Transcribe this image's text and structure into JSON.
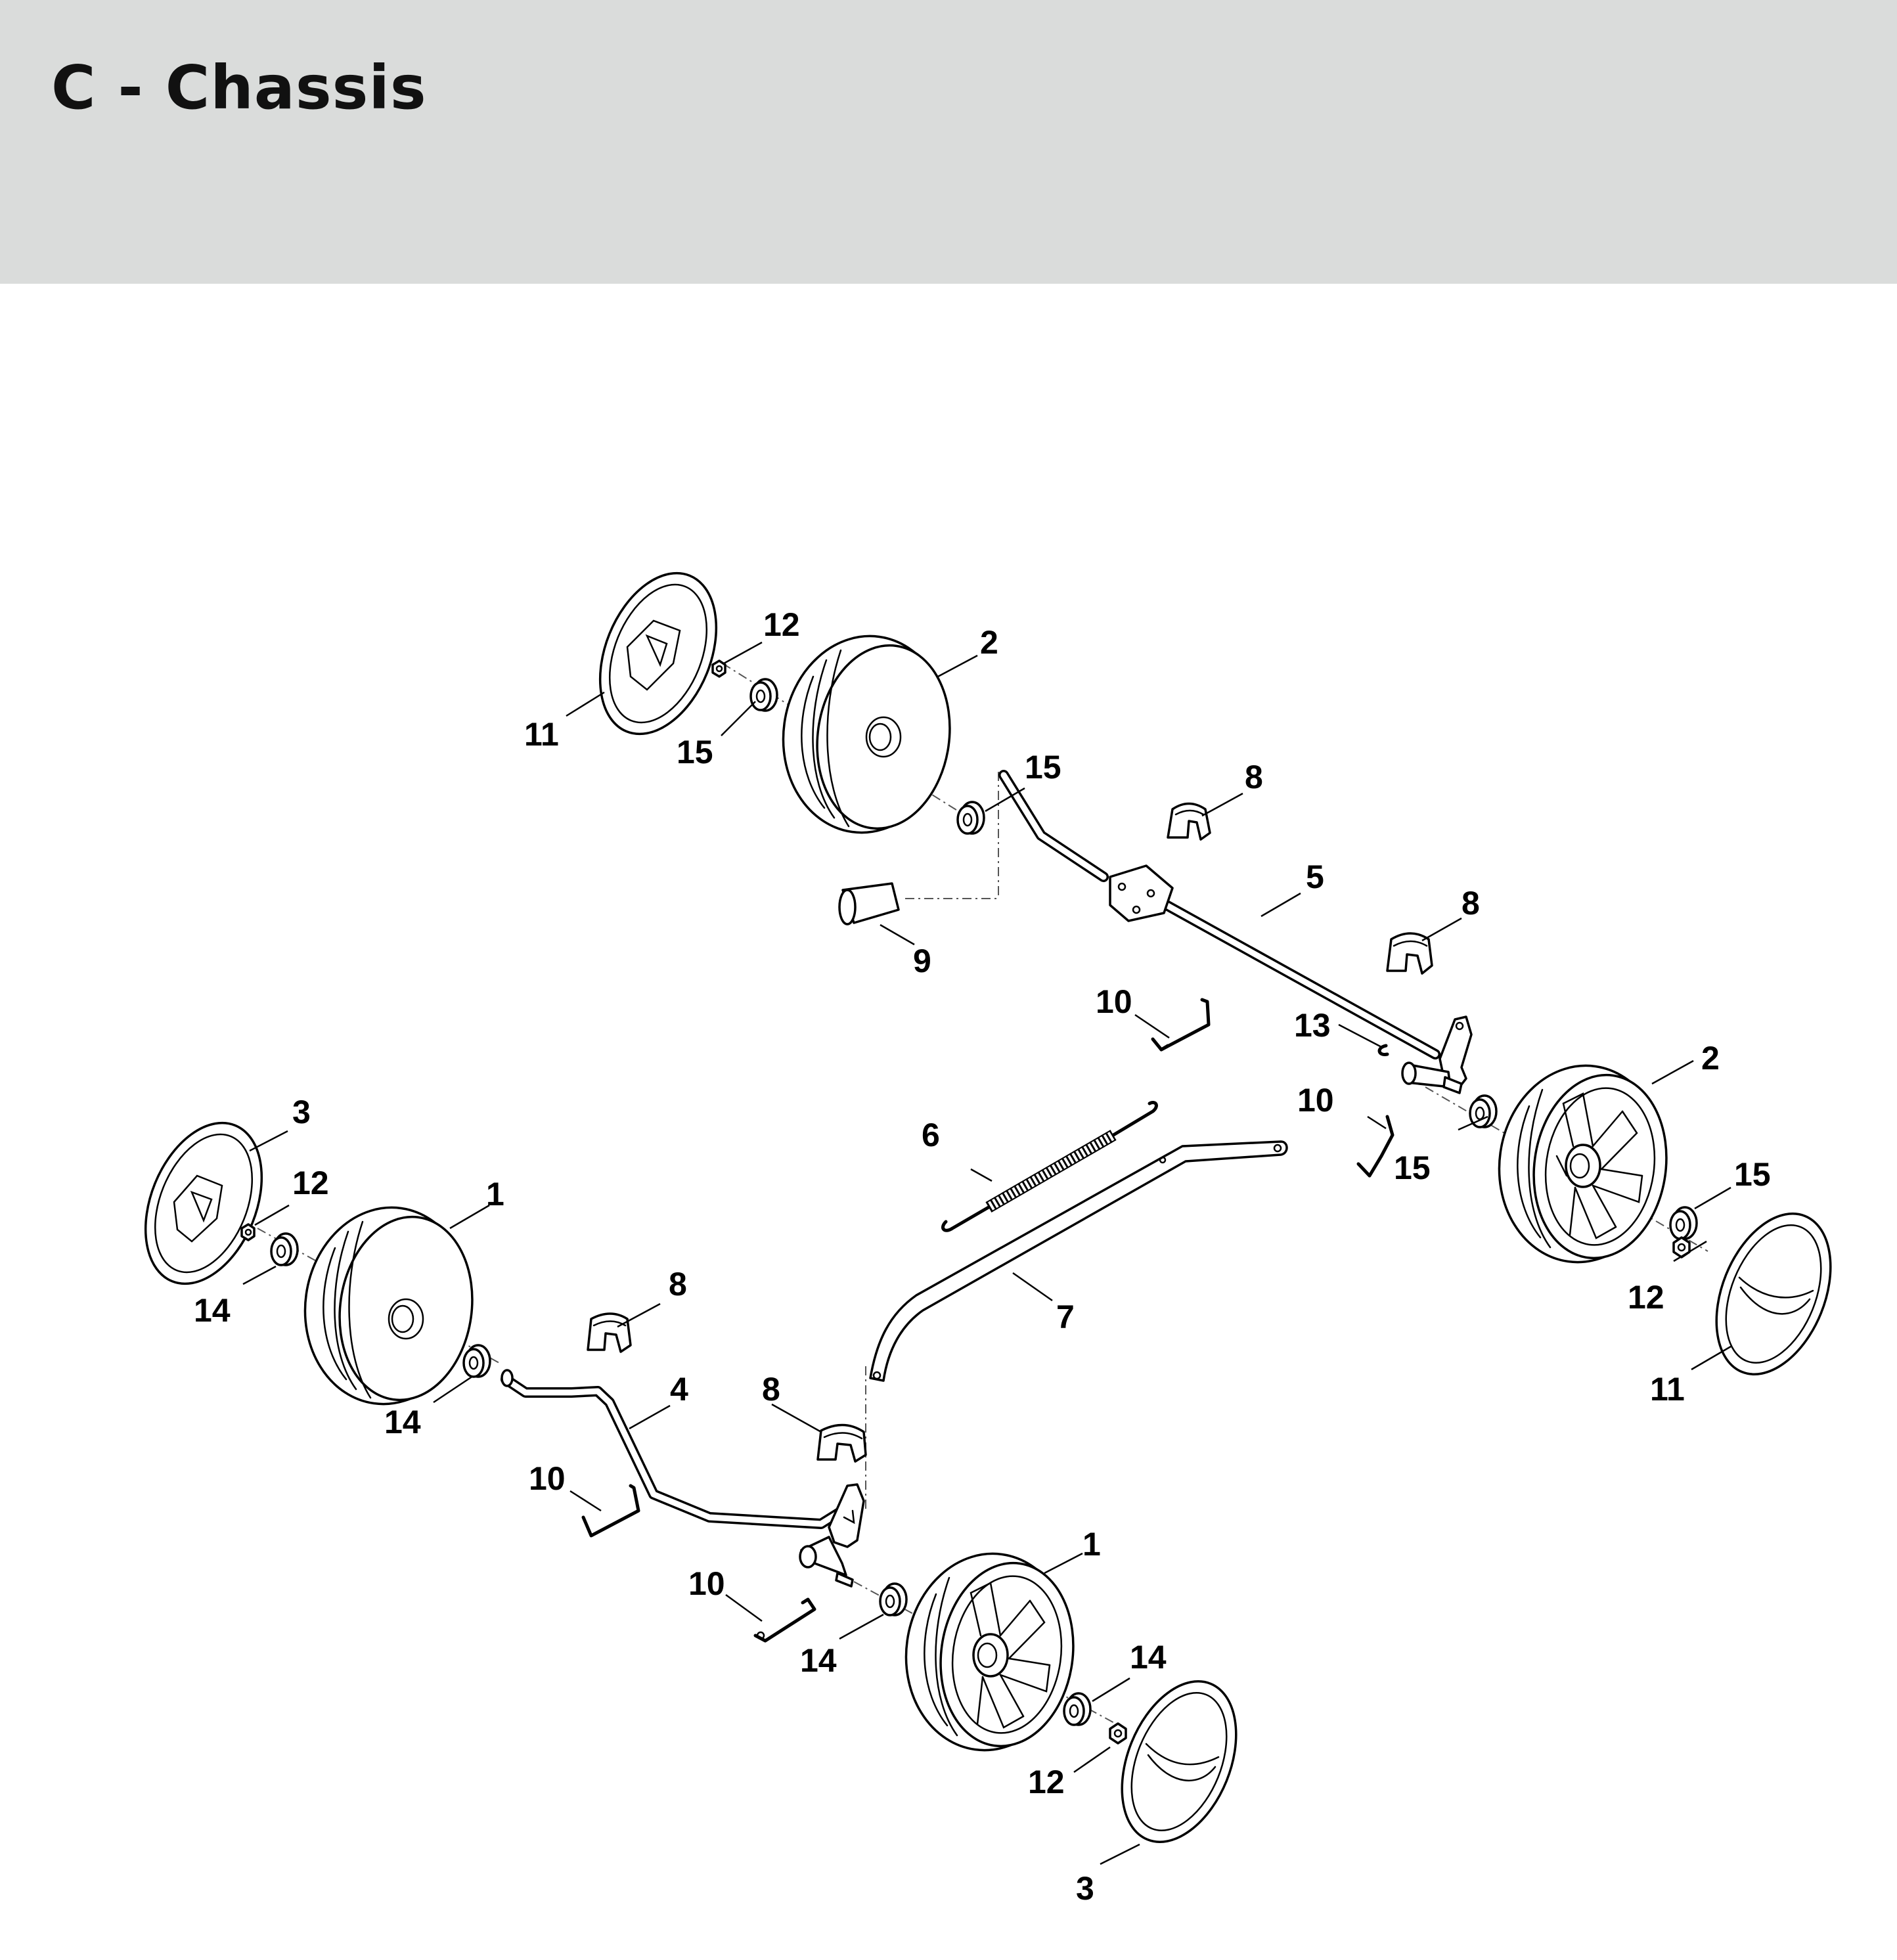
{
  "header": {
    "title": "C - Chassis",
    "background": "#dadcdb"
  },
  "diagram": {
    "callouts": [
      "1",
      "1",
      "2",
      "2",
      "3",
      "3",
      "4",
      "5",
      "6",
      "7",
      "8",
      "8",
      "8",
      "8",
      "9",
      "10",
      "10",
      "10",
      "10",
      "11",
      "11",
      "12",
      "12",
      "12",
      "12",
      "13",
      "14",
      "14",
      "14",
      "14",
      "15",
      "15",
      "15",
      "15"
    ]
  }
}
